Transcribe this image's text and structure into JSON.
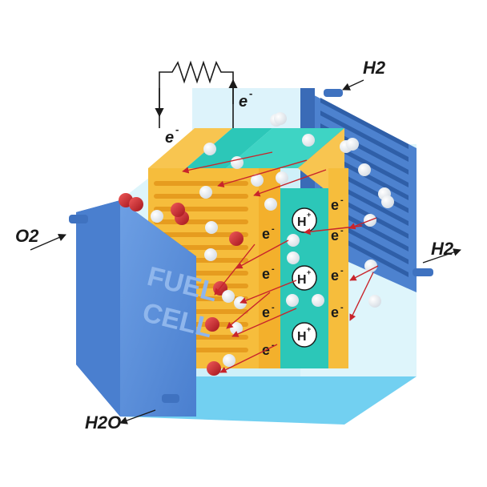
{
  "labels": {
    "h2_in": "H2",
    "h2_out": "H2",
    "o2_in": "O2",
    "h2o_out": "H2O",
    "fuel_line1": "FUEL",
    "fuel_line2": "CELL",
    "electron": "e",
    "electron_sup": "-",
    "proton": "H",
    "proton_sup": "+"
  },
  "colors": {
    "plate_front": "#5b8fd8",
    "plate_side": "#3f72c0",
    "water_chamber": "#b7e6f7",
    "electrode": "#f6bd3c",
    "electrode_dark": "#e69c1f",
    "electrolyte": "#2cc7b8",
    "oxygen": "#c8242b",
    "hydrogen": "#ffffff",
    "arrow": "#c8242b"
  }
}
